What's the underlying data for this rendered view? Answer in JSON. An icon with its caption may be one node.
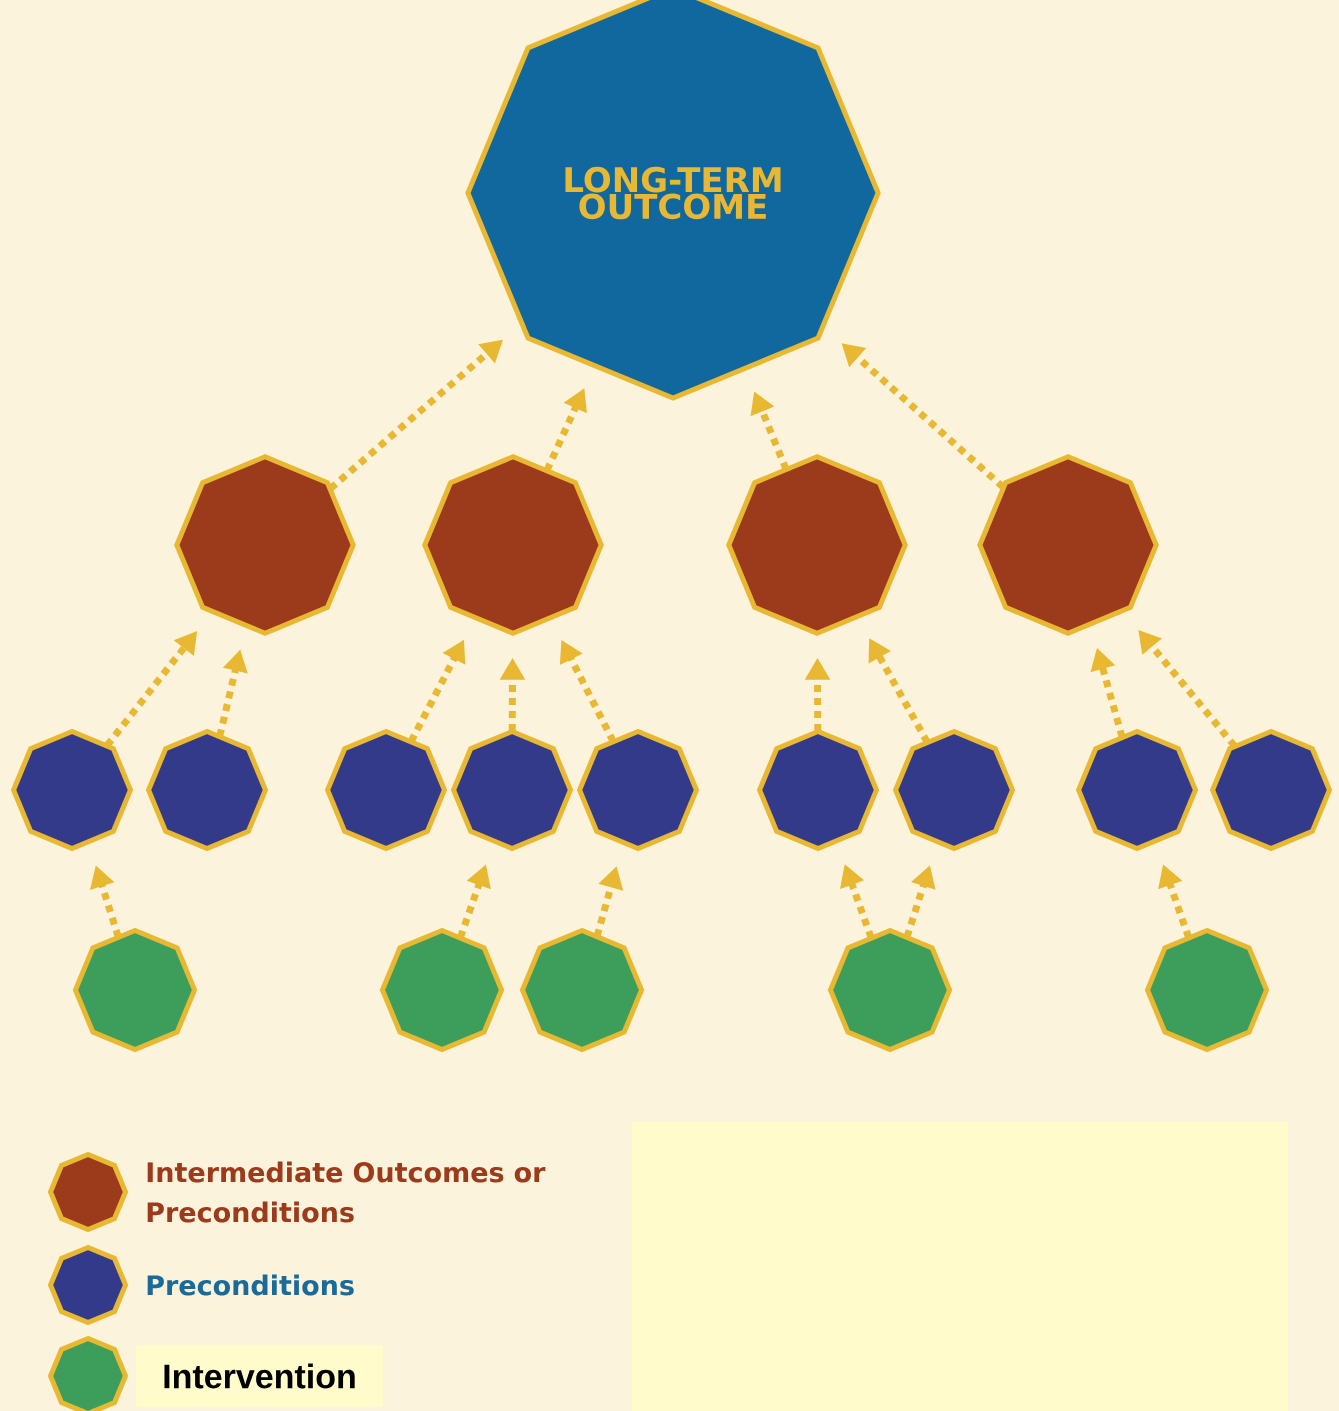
{
  "diagram": {
    "nodes": [
      {
        "text": [
          "LONG-TERM OUTCOME"
        ]
      },
      {
        "text": [],
        "shape": "octagon"
      },
      {
        "text": [],
        "shape": "octagon"
      },
      {
        "text": [],
        "shape": "octagon"
      },
      {
        "text": [],
        "shape": "octagon"
      },
      {
        "text": [],
        "shape": "octagon"
      },
      {
        "text": [],
        "shape": "octagon"
      },
      {
        "text": [],
        "shape": "octagon"
      },
      {
        "text": [],
        "shape": "octagon"
      },
      {
        "text": [],
        "shape": "octagon"
      },
      {
        "text": [],
        "shape": "octagon"
      },
      {
        "text": [],
        "shape": "octagon"
      },
      {
        "text": [],
        "shape": "octagon"
      },
      {
        "text": [],
        "shape": "octagon"
      },
      {
        "text": [],
        "shape": "octagon"
      },
      {
        "text": [],
        "shape": "octagon"
      },
      {
        "text": [],
        "shape": "octagon"
      },
      {
        "text": [],
        "shape": "octagon"
      },
      {
        "text": [],
        "shape": "octagon"
      }
    ],
    "edges": [
      {
        "from": 1,
        "to": 0,
        "arrow": "to"
      },
      {
        "from": 2,
        "to": 0,
        "arrow": "to"
      },
      {
        "from": 3,
        "to": 0,
        "arrow": "to"
      },
      {
        "from": 4,
        "to": 0,
        "arrow": "to"
      },
      {
        "from": 5,
        "to": 1,
        "arrow": "to"
      },
      {
        "from": 6,
        "to": 1,
        "arrow": "to"
      },
      {
        "from": 7,
        "to": 2,
        "arrow": "to"
      },
      {
        "from": 8,
        "to": 2,
        "arrow": "to"
      },
      {
        "from": 9,
        "to": 2,
        "arrow": "to"
      },
      {
        "from": 10,
        "to": 3,
        "arrow": "to"
      },
      {
        "from": 11,
        "to": 3,
        "arrow": "to"
      },
      {
        "from": 12,
        "to": 4,
        "arrow": "to"
      },
      {
        "from": 13,
        "to": 4,
        "arrow": "to"
      },
      {
        "from": 14,
        "to": 5,
        "arrow": "to"
      },
      {
        "from": 15,
        "to": 8,
        "arrow": "to"
      },
      {
        "from": 16,
        "to": 9,
        "arrow": "to"
      },
      {
        "from": 17,
        "to": 10,
        "arrow": "to"
      },
      {
        "from": 17,
        "to": 11,
        "arrow": "to"
      },
      {
        "from": 18,
        "to": 12,
        "arrow": "to"
      }
    ],
    "legend": [
      {
        "text": "Intermediate Outcomes or Preconditions",
        "color": "#9c3a1c"
      },
      {
        "text": "Preconditions",
        "color": "#343a8a"
      },
      {
        "text": "Intervention",
        "color": "#3c9e5a"
      }
    ]
  }
}
